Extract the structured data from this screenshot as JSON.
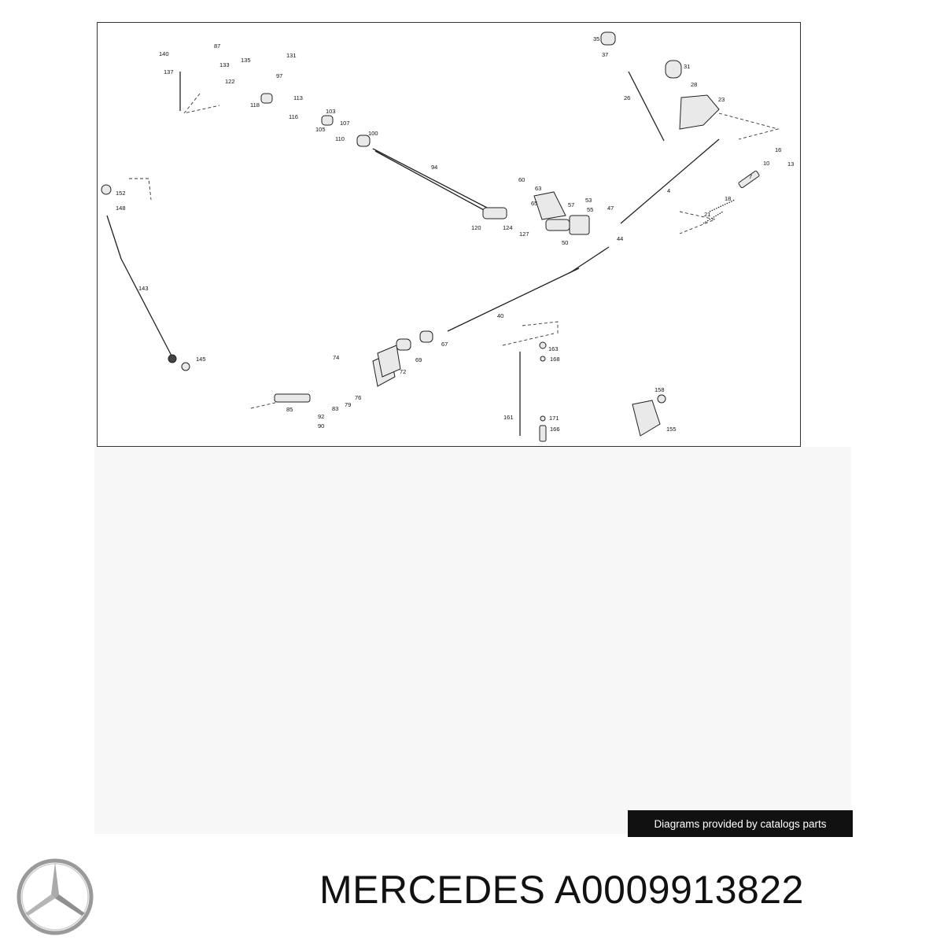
{
  "diagram": {
    "part_labels": [
      "140",
      "87",
      "131",
      "137",
      "133",
      "135",
      "97",
      "122",
      "118",
      "113",
      "116",
      "103",
      "105",
      "107",
      "110",
      "100",
      "94",
      "35",
      "37",
      "31",
      "28",
      "26",
      "23",
      "16",
      "10",
      "13",
      "7",
      "18",
      "21",
      "4",
      "60",
      "63",
      "65",
      "57",
      "53",
      "55",
      "47",
      "120",
      "124",
      "127",
      "50",
      "44",
      "152",
      "148",
      "143",
      "145",
      "40",
      "67",
      "69",
      "72",
      "74",
      "76",
      "79",
      "83",
      "85",
      "92",
      "90",
      "163",
      "168",
      "161",
      "171",
      "166",
      "158",
      "155"
    ]
  },
  "credit": {
    "text": "Diagrams provided by catalogs parts"
  },
  "title": {
    "brand": "MERCEDES",
    "part_number": "A0009913822"
  },
  "logo": {
    "icon": "mercedes-star-icon",
    "color": "#9a9a9a"
  }
}
